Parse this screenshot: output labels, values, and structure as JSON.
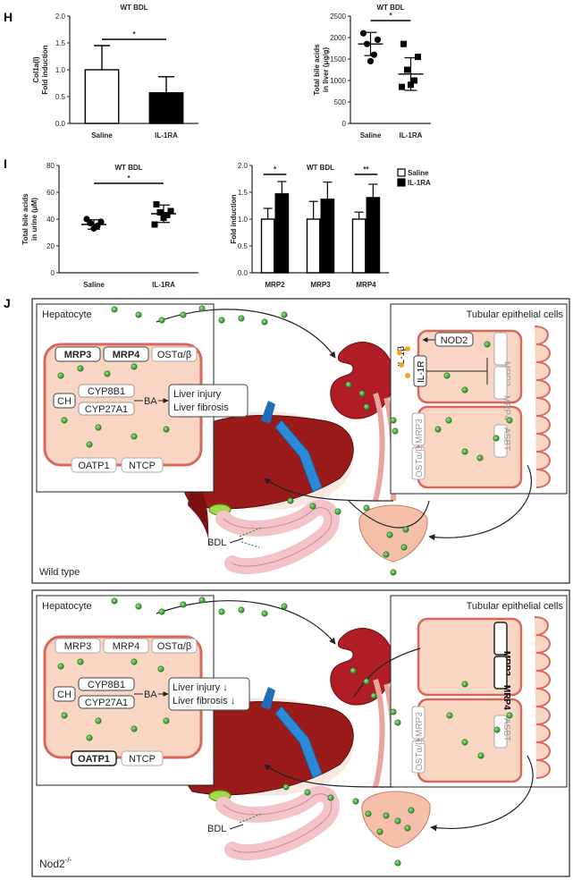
{
  "panels": {
    "H": "H",
    "I": "I",
    "J": "J"
  },
  "chart_data": [
    {
      "id": "H-left",
      "type": "bar",
      "title": "WT BDL",
      "ylabel": "Col1a(I)\nFold induction",
      "ylim": [
        0,
        2.0
      ],
      "yticks": [
        "2.0",
        "1.5",
        "1.0",
        "0.5",
        "0.0"
      ],
      "categories": [
        "Saline",
        "IL-1RA"
      ],
      "values": [
        1.0,
        0.57
      ],
      "errors": [
        0.45,
        0.3
      ],
      "fills": [
        "#ffffff",
        "#000000"
      ],
      "sig": "*"
    },
    {
      "id": "H-right",
      "type": "scatter",
      "title": "WT BDL",
      "ylabel": "Total bile acids\nin liver (μg/g)",
      "ylim": [
        0,
        2500
      ],
      "yticks": [
        "2500",
        "2000",
        "1500",
        "1000",
        "500",
        "0"
      ],
      "categories": [
        "Saline",
        "IL-1RA"
      ],
      "groups": [
        {
          "marker": "circle",
          "points": [
            2100,
            1950,
            1850,
            1600,
            1450
          ],
          "mean": 1850,
          "sd": 270
        },
        {
          "marker": "square",
          "points": [
            1850,
            1550,
            1250,
            1000,
            900,
            850
          ],
          "mean": 1150,
          "sd": 380
        }
      ],
      "sig": "*"
    },
    {
      "id": "I-left",
      "type": "scatter",
      "title": "WT BDL",
      "ylabel": "Total bile acids\nin urine (μM)",
      "ylim": [
        0,
        80
      ],
      "yticks": [
        "80",
        "60",
        "40",
        "20",
        "0"
      ],
      "categories": [
        "Saline",
        "IL-1RA"
      ],
      "groups": [
        {
          "marker": "circle",
          "points": [
            40,
            38,
            37,
            35,
            33
          ],
          "mean": 36,
          "sd": 3.5
        },
        {
          "marker": "square",
          "points": [
            51,
            46,
            45,
            43,
            41,
            36
          ],
          "mean": 44,
          "sd": 6.5
        }
      ],
      "sig": "*"
    },
    {
      "id": "I-right",
      "type": "bar",
      "title": "WT BDL",
      "ylabel": "Fold induction",
      "ylim": [
        0,
        2.0
      ],
      "yticks": [
        "2.0",
        "1.5",
        "1.0",
        "0.5",
        "0.0"
      ],
      "categories": [
        "MRP2",
        "MRP3",
        "MRP4"
      ],
      "series": [
        {
          "name": "Saline",
          "values": [
            1.0,
            1.0,
            1.0
          ],
          "errors": [
            0.2,
            0.33,
            0.13
          ],
          "color": "#ffffff"
        },
        {
          "name": "IL-1RA",
          "values": [
            1.47,
            1.37,
            1.4
          ],
          "errors": [
            0.23,
            0.32,
            0.25
          ],
          "color": "#000000"
        }
      ],
      "sig": [
        "*",
        "",
        "**"
      ],
      "legend": "top-right"
    }
  ],
  "diagram": {
    "wt": {
      "hepatocyte": "Hepatocyte",
      "transporters_top": [
        "MRP3",
        "MRP4",
        "OSTα/β"
      ],
      "ch": "CH",
      "enzymes": [
        "CYP8B1",
        "CYP27A1"
      ],
      "ba": "BA",
      "effects": [
        "Liver injury",
        "Liver fibrosis"
      ],
      "transporters_bottom": [
        "OATP1",
        "NTCP"
      ],
      "tubular": "Tubular epithelial cells",
      "il1b": "IL-1β",
      "nod2": "NOD2",
      "il1r": "IL-1R",
      "kidney_transporters": [
        "MRP2",
        "MRP4"
      ],
      "basolateral": [
        "MRP3",
        "OSTα/β"
      ],
      "asbt": "ASBT",
      "bdl": "BDL",
      "label": "Wild type"
    },
    "nod2": {
      "hepatocyte": "Hepatocyte",
      "transporters_top": [
        "MRP3",
        "MRP4",
        "OSTα/β"
      ],
      "ch": "CH",
      "enzymes": [
        "CYP8B1",
        "CYP27A1"
      ],
      "ba": "BA",
      "effects": [
        "Liver injury ↓",
        "Liver fibrosis ↓"
      ],
      "transporters_bottom": [
        "OATP1",
        "NTCP"
      ],
      "tubular": "Tubular epithelial cells",
      "kidney_transporters": [
        "MRP2",
        "MRP4"
      ],
      "basolateral": [
        "MRP3",
        "OSTα/β"
      ],
      "asbt": "ASBT",
      "bdl": "BDL",
      "label_base": "Nod2",
      "label_sup": "-/-"
    }
  },
  "colors": {
    "cell_fill": "#f9d5c4",
    "cell_stroke": "#d9685a",
    "liver": "#9b1a1a",
    "kidney": "#b11d26",
    "bile_dot": "#3aa832",
    "il1b_dot": "#f5a623"
  }
}
